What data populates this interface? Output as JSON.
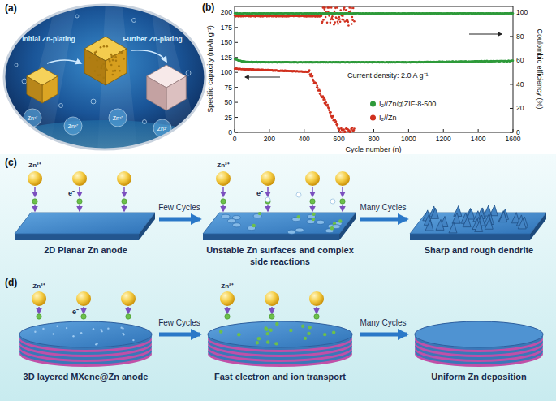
{
  "diagram": {
    "nodes": [
      {
        "text": [
          "2D Planar Zn anode"
        ]
      },
      {
        "text": [
          "Unstable Zn surfaces and complex side reactions"
        ]
      },
      {
        "text": [
          "Sharp and rough dendrite"
        ]
      },
      {
        "text": [
          "3D layered MXene@Zn anode"
        ]
      },
      {
        "text": [
          "Fast electron and ion transport"
        ]
      },
      {
        "text": [
          "Uniform Zn deposition"
        ]
      }
    ],
    "edges": [
      {
        "from": 0,
        "to": 1,
        "arrow": "to",
        "label": "Few Cycles"
      },
      {
        "from": 1,
        "to": 2,
        "arrow": "to",
        "label": "Many Cycles"
      },
      {
        "from": 3,
        "to": 4,
        "arrow": "to",
        "label": "Few Cycles"
      },
      {
        "from": 4,
        "to": 5,
        "arrow": "to",
        "label": "Many Cycles"
      }
    ],
    "labels": [
      "(a)",
      "Initial Zn-plating",
      "Further Zn-plating",
      "Zn²⁺",
      "Zn²⁺",
      "Zn²⁺",
      "Zn²⁺",
      "(b)",
      "Specific capacity (mAh g⁻¹)",
      "Coulombic efficiency (%)",
      "Cycle number (n)",
      "Current density: 2.0 A g⁻¹",
      "0",
      "25",
      "50",
      "75",
      "100",
      "125",
      "150",
      "175",
      "200",
      "0",
      "20",
      "40",
      "60",
      "80",
      "100",
      "0",
      "200",
      "400",
      "600",
      "800",
      "1000",
      "1200",
      "1400",
      "1600",
      "(c)",
      "(d)",
      "Zn²⁺",
      "e⁻",
      "Zn²⁺",
      "e⁻",
      "Zn²⁺",
      "e⁻",
      "Zn²⁺"
    ],
    "legend": [
      {
        "text": "I₂//Zn@ZIF-8-500",
        "color": "#2e9a3a"
      },
      {
        "text": "I₂//Zn",
        "color": "#d0301e"
      }
    ]
  }
}
